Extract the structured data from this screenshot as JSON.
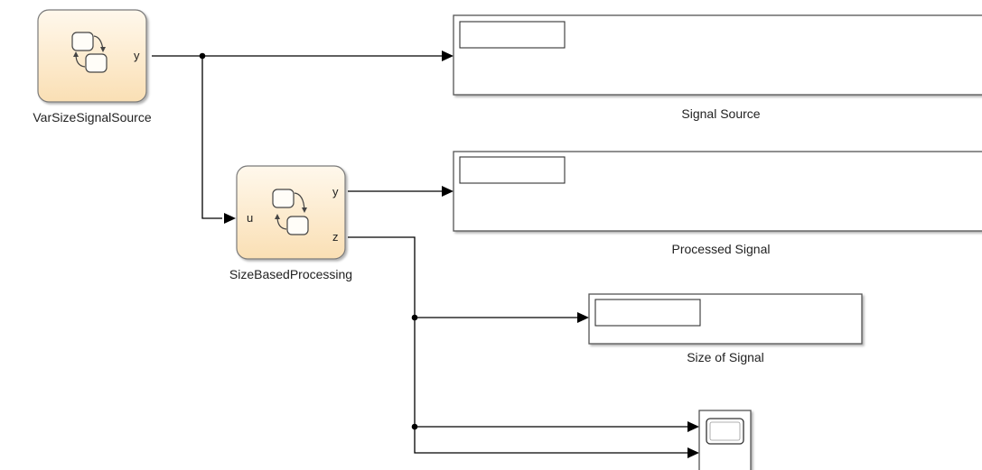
{
  "blocks": {
    "var_size_signal_source": {
      "label": "VarSizeSignalSource",
      "out_port": "y"
    },
    "size_based_processing": {
      "label": "SizeBasedProcessing",
      "in_port": "u",
      "out_port_1": "y",
      "out_port_2": "z"
    },
    "signal_source_display": {
      "label": "Signal Source"
    },
    "processed_signal_display": {
      "label": "Processed Signal"
    },
    "size_of_signal_display": {
      "label": "Size of Signal"
    }
  },
  "colors": {
    "chart_fill_top": "#fff8ec",
    "chart_fill_bottom": "#fadfb4",
    "chart_border": "#7a7a7a",
    "line": "#000000"
  }
}
